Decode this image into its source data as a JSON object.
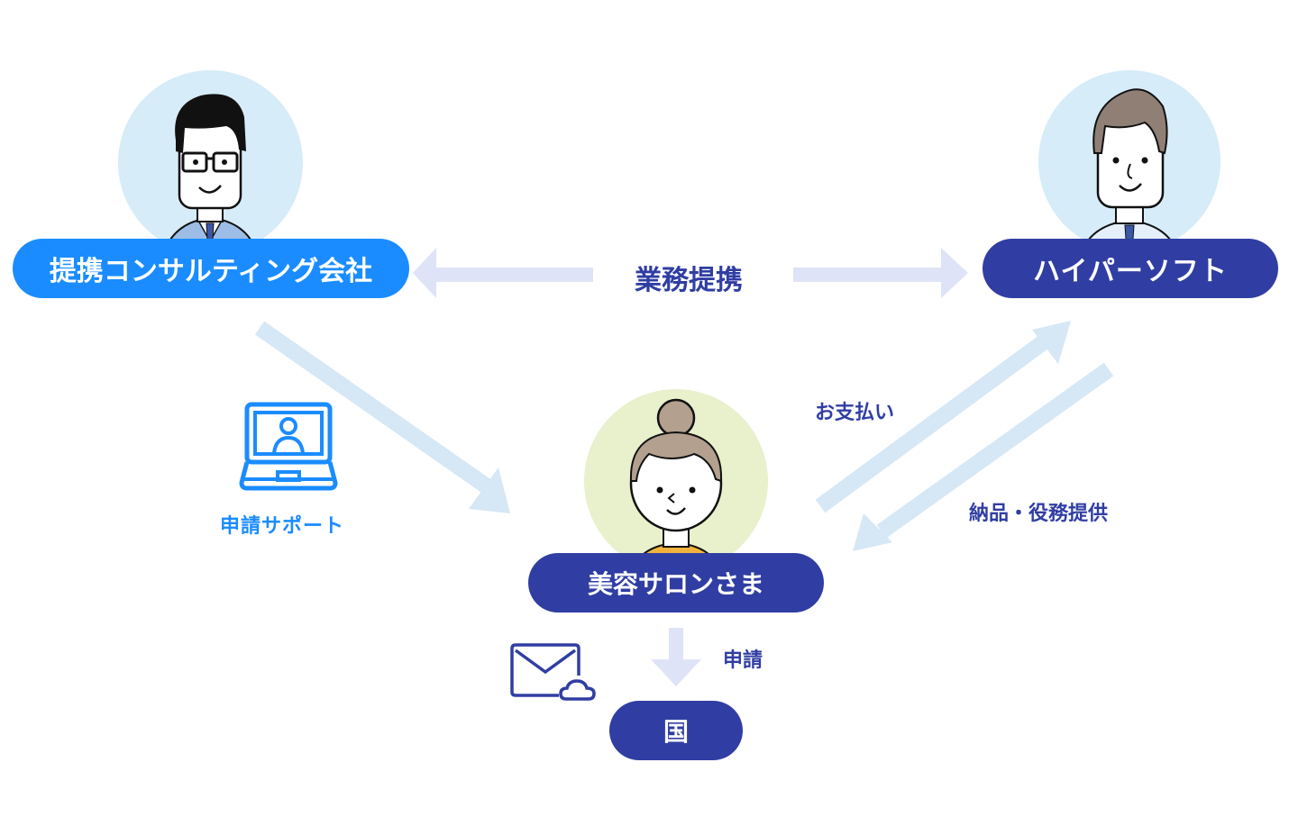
{
  "colors": {
    "navy": "#303ea3",
    "bright_blue": "#1a8cff",
    "arrow_lavender": "#dfe3f7",
    "arrow_lightblue": "#d6e7f5",
    "avatar_bg_blue": "#d6ecf8",
    "avatar_bg_green": "#e8f0cc"
  },
  "nodes": {
    "consulting": {
      "label": "提携コンサルティング会社",
      "icon": "businessman-glasses-avatar"
    },
    "hypersoft": {
      "label": "ハイパーソフト",
      "icon": "businessman-avatar"
    },
    "salon": {
      "label": "美容サロンさま",
      "icon": "woman-bun-avatar"
    },
    "government": {
      "label": "国"
    }
  },
  "edges": {
    "partnership": {
      "label": "業務提携",
      "direction": "bidirectional"
    },
    "application_support": {
      "label": "申請サポート",
      "icon": "laptop-video-call-icon"
    },
    "payment": {
      "label": "お支払い"
    },
    "delivery": {
      "label": "納品・役務提供"
    },
    "application": {
      "label": "申請",
      "icon": "mail-cloud-icon"
    }
  }
}
